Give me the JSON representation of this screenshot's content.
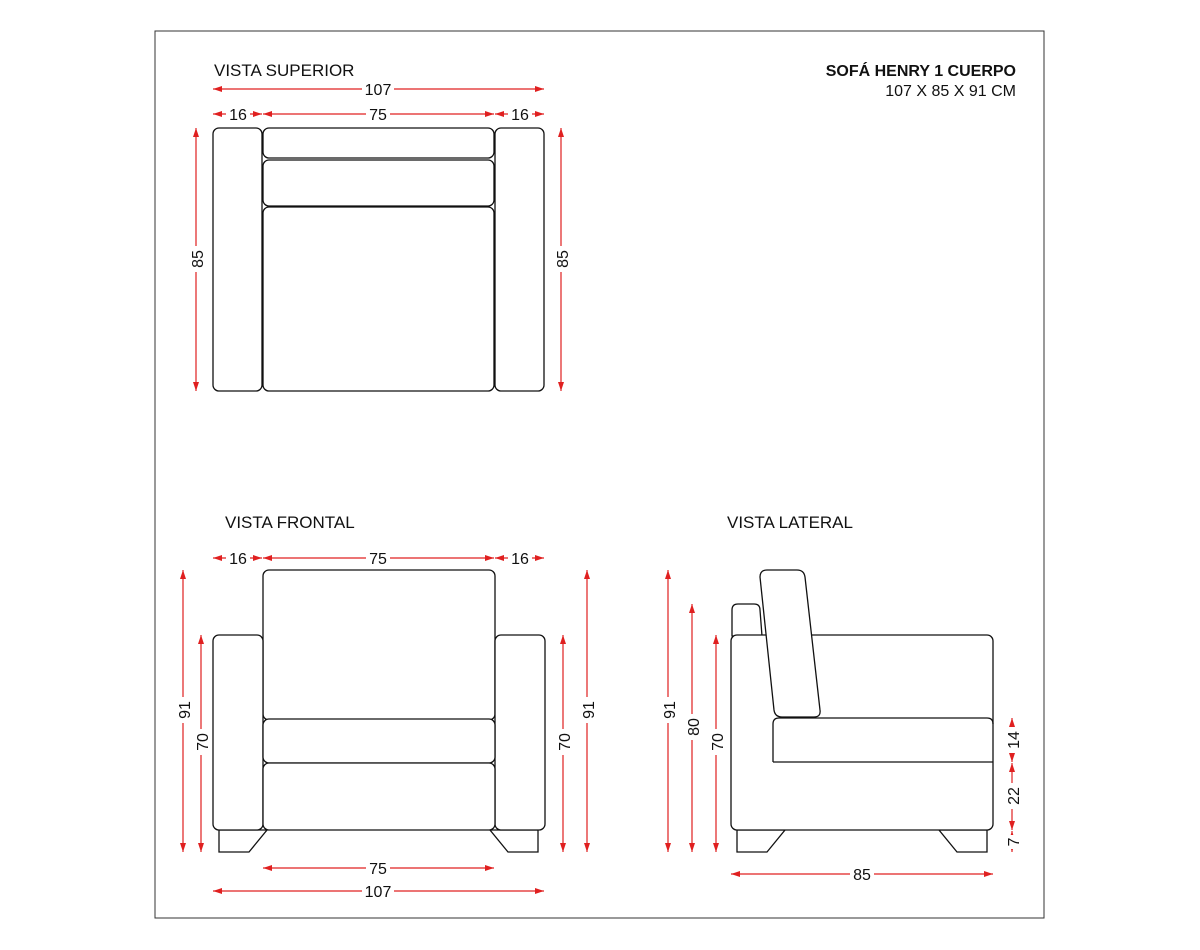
{
  "product": {
    "name": "SOFÁ HENRY 1 CUERPO",
    "size": "107 X 85 X 91 CM"
  },
  "colors": {
    "dimension_line": "#e02020",
    "outline": "#111111",
    "background": "#ffffff"
  },
  "views": {
    "top": {
      "title": "VISTA SUPERIOR",
      "dims": {
        "total_width": "107",
        "arm_left": "16",
        "seat_width": "75",
        "arm_right": "16",
        "depth_left": "85",
        "depth_right": "85"
      }
    },
    "front": {
      "title": "VISTA FRONTAL",
      "dims": {
        "arm_left": "16",
        "seat_width": "75",
        "arm_right": "16",
        "height_left": "91",
        "arm_height_left": "70",
        "arm_height_right": "70",
        "height_right": "91",
        "bottom_seat": "75",
        "bottom_total": "107"
      }
    },
    "side": {
      "title": "VISTA LATERAL",
      "dims": {
        "height": "91",
        "back_height": "80",
        "arm_height": "70",
        "cushion": "14",
        "base": "22",
        "legs": "7",
        "depth": "85"
      }
    }
  }
}
